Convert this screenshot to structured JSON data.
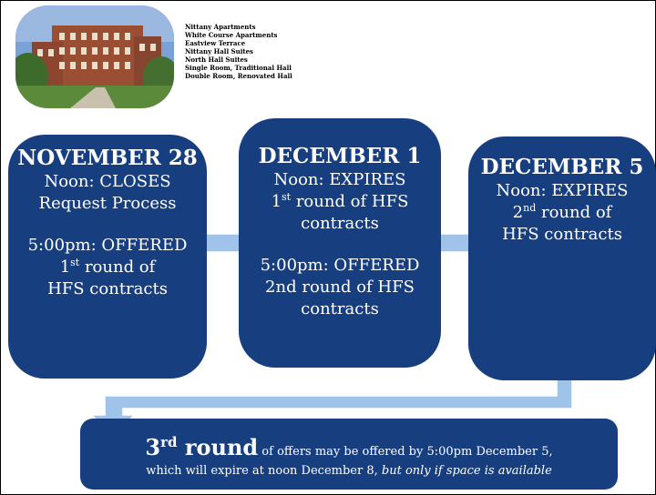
{
  "housing_list": [
    "Nittany Apartments",
    "White Course Apartments",
    "Eastview Terrace",
    "Nittany Hall Suites",
    "North Hall Suites",
    "Single Room, Traditional Hall",
    "Double Room, Renovated Hall"
  ],
  "cards": {
    "nov28": {
      "date": "NOVEMBER 28",
      "l1": "Noon: CLOSES",
      "l2": "Request Process",
      "l3": "5:00pm: OFFERED",
      "l4_num": "1",
      "l4_sup": "st",
      "l4_rest": " round of",
      "l5": "HFS contracts"
    },
    "dec1": {
      "date": "DECEMBER 1",
      "l1": "Noon: EXPIRES",
      "l2_num": "1",
      "l2_sup": "st",
      "l2_rest": " round of HFS",
      "l3": "contracts",
      "l4": "5:00pm: OFFERED",
      "l5": "2nd round of HFS",
      "l6": "contracts"
    },
    "dec5": {
      "date": "DECEMBER 5",
      "l1": "Noon: EXPIRES",
      "l2_num": "2",
      "l2_sup": "nd",
      "l2_rest": " round of",
      "l3": "HFS contracts"
    }
  },
  "third_round": {
    "num": "3",
    "sup": "rd",
    "word": " round",
    "rest": " of offers may be offered by 5:00pm December 5,",
    "line2": "which will expire at noon December 8, ",
    "line2_italic": "but only if space is available"
  },
  "colors": {
    "card": "#173f80",
    "arrow": "#9fc3e9"
  }
}
